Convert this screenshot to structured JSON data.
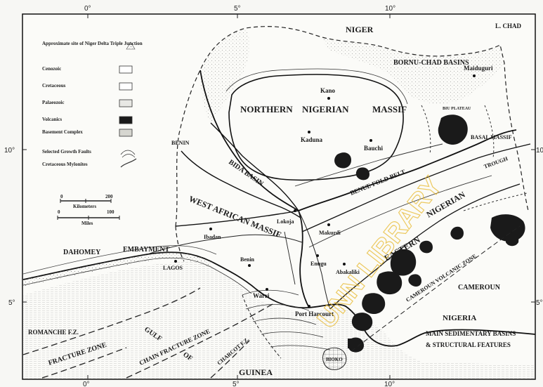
{
  "ticks": {
    "top": [
      "0°",
      "5°",
      "10°"
    ],
    "bottom": [
      "0°",
      "5°",
      "10°"
    ],
    "left": [
      "10°",
      "5°"
    ],
    "right": [
      "10°",
      "5°"
    ]
  },
  "legend": {
    "triple_junction": "Approximate site of Niger Delta Triple Junction",
    "items": [
      {
        "label": "Cenozoic",
        "swatch": "#ffffff"
      },
      {
        "label": "Cretaceous",
        "swatch": "#ffffff"
      },
      {
        "label": "Palaeozoic",
        "swatch": "#e8e8e4"
      },
      {
        "label": "Volcanics",
        "swatch": "#1a1a1a"
      },
      {
        "label": "Basement Complex",
        "swatch": "#d6d6d0"
      }
    ],
    "growth_faults": "Selected Growth Faults",
    "mylonites": "Cretaceous Mylonites",
    "scale_km": [
      "0",
      "200"
    ],
    "scale_km_unit": "Kilometers",
    "scale_mi": [
      "0",
      "100"
    ],
    "scale_mi_unit": "Miles"
  },
  "labels": {
    "niger": "NIGER",
    "lchad": "L. CHAD",
    "bornu": "BORNU-CHAD BASINS",
    "maiduguri": "Maiduguri",
    "kano": "Kano",
    "northern": "NORTHERN",
    "nigerian": "NIGERIAN",
    "massif": "MASSIF",
    "kaduna": "Kaduna",
    "bauchi": "Bauchi",
    "biu": "BIU PLATEAU",
    "basal_massif": "BASAL MASSIF",
    "benin_top": "BENIN",
    "bida": "BIDA BASIN",
    "benue": "BENUE FOLD BELT",
    "trough": "TROUGH",
    "west_african": "WEST AFRICAN MASSIF",
    "lokoja": "Lokoja",
    "makurdi": "Makurdi",
    "ibadan": "Ibadan",
    "dahomey": "DAHOMEY",
    "embayment": "EMBAYMENT",
    "lagos": "LAGOS",
    "benin_city": "Benin",
    "enugu": "Enugu",
    "abakaliki": "Abakaliki",
    "warri": "Warri",
    "port_harcourt": "Port Harcourt",
    "eastern": "EASTERN",
    "nigerian_east": "NIGERIAN",
    "cameroun": "CAMEROUN",
    "volcanic_zone": "CAMEROUN VOLCANIC ZONE",
    "romanche": "ROMANCHE F.Z.",
    "fracture_zone": "FRACTURE ZONE",
    "gulf": "GULF",
    "of": "OF",
    "chain": "CHAIN FRACTURE ZONE",
    "charcot": "CHARCOT F.Z.",
    "guinea": "GUINEA",
    "bioko": "BIOKO",
    "nigeria_title": "NIGERIA",
    "title_line2": "MAIN SEDIMENTARY BASINS",
    "title_line3": "& STRUCTURAL FEATURES"
  },
  "watermark": "UNN LIBRARY"
}
